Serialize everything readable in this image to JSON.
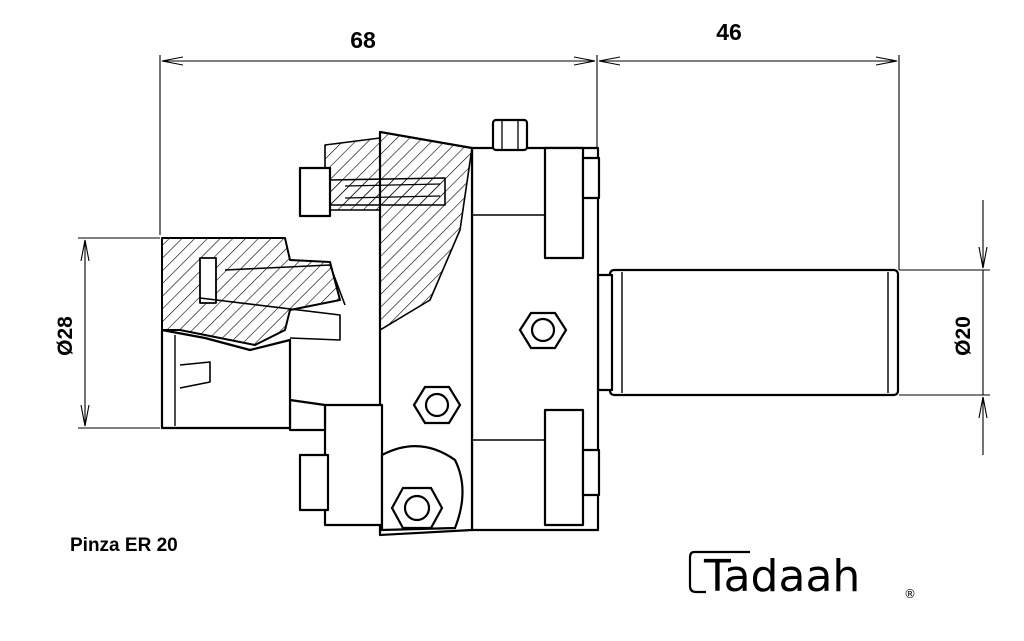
{
  "dimensions": {
    "overall_length": "68",
    "shank_length": "46",
    "nut_diameter": "Ø28",
    "shank_diameter": "Ø20"
  },
  "caption": "Pinza ER 20",
  "logo": {
    "text": "Tadaah",
    "mark": "®"
  },
  "colors": {
    "line": "#000000",
    "background": "#ffffff"
  }
}
